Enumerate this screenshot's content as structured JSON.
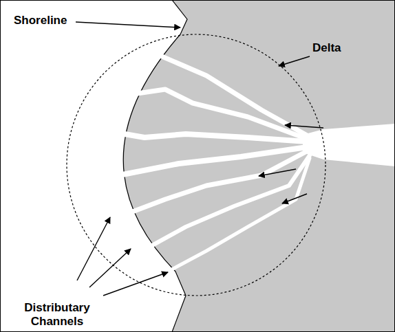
{
  "diagram": {
    "labels": [
      "Shoreline",
      "Delta",
      "Distributary Channels"
    ]
  }
}
